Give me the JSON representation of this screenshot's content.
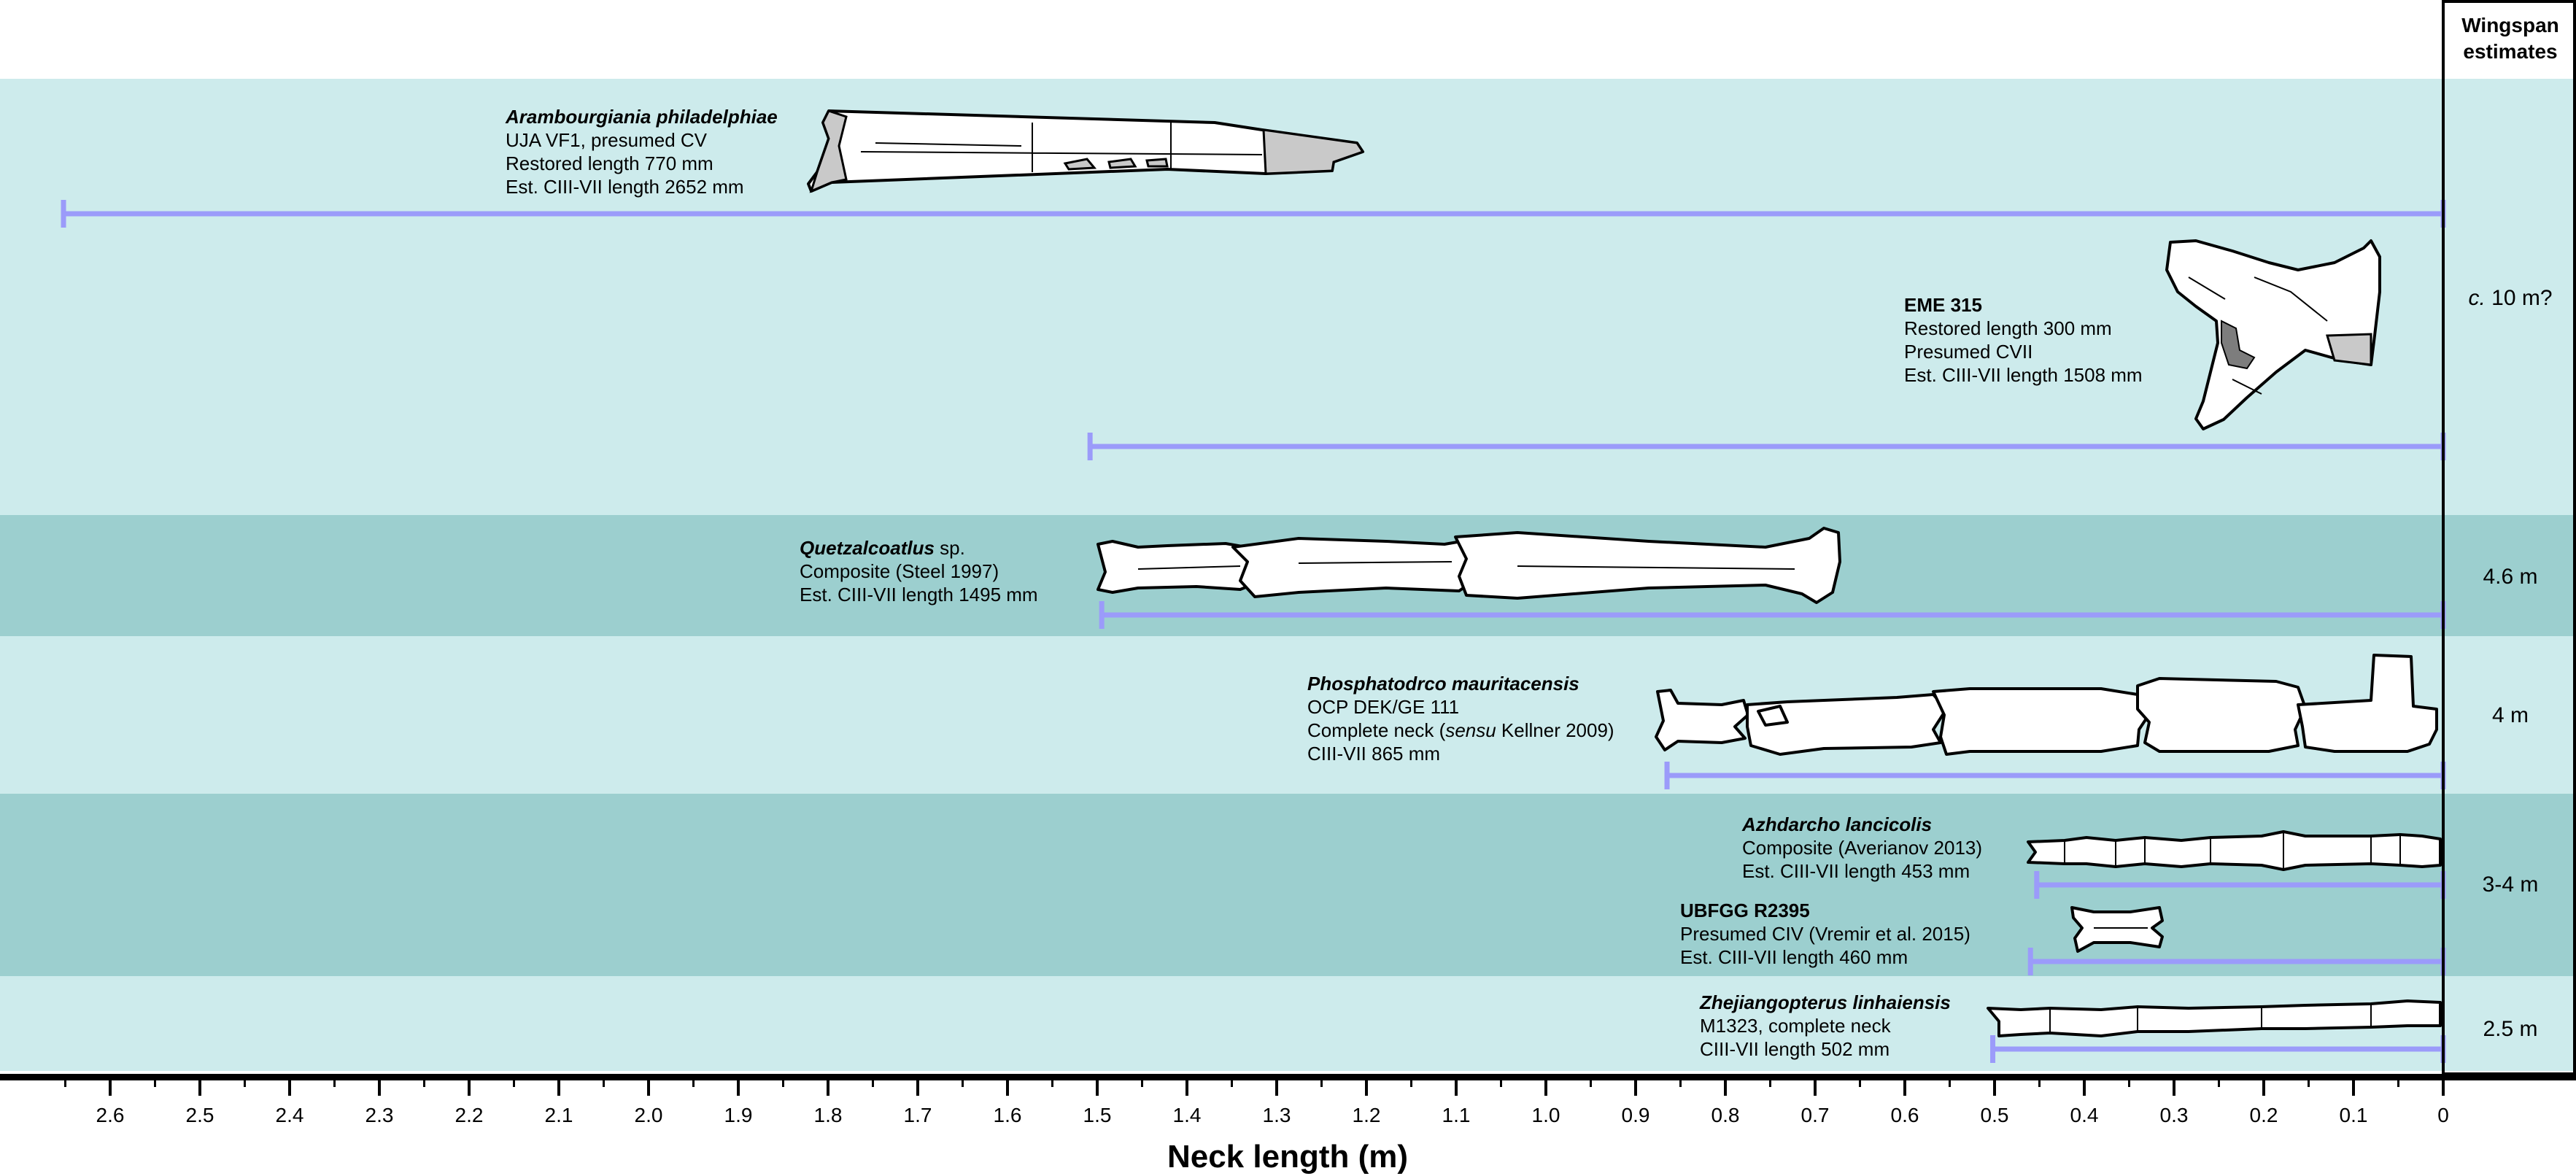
{
  "chart_data": {
    "type": "range-bar",
    "xlabel": "Neck length (m)",
    "xlim": [
      2.7,
      -0.18
    ],
    "x_ticks": [
      "2.6",
      "2.5",
      "2.4",
      "2.3",
      "2.2",
      "2.1",
      "2.0",
      "1.9",
      "1.8",
      "1.7",
      "1.6",
      "1.5",
      "1.4",
      "1.3",
      "1.2",
      "1.1",
      "1.0",
      "0.9",
      "0.8",
      "0.7",
      "0.6",
      "0.5",
      "0.4",
      "0.3",
      "0.2",
      "0.1",
      "0"
    ],
    "x_tick_values": [
      2.6,
      2.5,
      2.4,
      2.3,
      2.2,
      2.1,
      2.0,
      1.9,
      1.8,
      1.7,
      1.6,
      1.5,
      1.4,
      1.3,
      1.2,
      1.1,
      1.0,
      0.9,
      0.8,
      0.7,
      0.6,
      0.5,
      0.4,
      0.3,
      0.2,
      0.1,
      0
    ],
    "wingspan_header": [
      "Wingspan",
      "estimates"
    ],
    "bands": [
      {
        "wingspan": "c. 10 m?",
        "wingspan_italic": "c.",
        "wingspan_rest": " 10 m?"
      },
      {
        "wingspan": "4.6 m"
      },
      {
        "wingspan": "4 m"
      },
      {
        "wingspan": "3-4 m"
      },
      {
        "wingspan": "2.5 m"
      }
    ],
    "specimens": [
      {
        "title": "Arambourgiania philadelphiae",
        "title_italic": true,
        "lines": [
          [
            "UJA VF1, presumed CV"
          ],
          [
            "Restored length 770 mm"
          ],
          [
            "Est. CIII-VII length 2652 mm"
          ]
        ],
        "value": 2.652
      },
      {
        "title": "EME 315",
        "title_italic": false,
        "lines": [
          [
            "Restored length 300 mm"
          ],
          [
            "Presumed CVII"
          ],
          [
            "Est. CIII-VII length 1508 mm"
          ]
        ],
        "value": 1.508
      },
      {
        "title": "Quetzalcoatlus",
        "title_italic": true,
        "title_suffix": " sp.",
        "lines": [
          [
            "Composite (Steel 1997)"
          ],
          [
            "Est. CIII-VII length 1495 mm"
          ]
        ],
        "value": 1.495
      },
      {
        "title": "Phosphatodrco mauritacensis",
        "title_italic": true,
        "lines": [
          [
            "OCP DEK/GE 111"
          ],
          [
            "Complete neck (",
            "sensu",
            " Kellner 2009)"
          ],
          [
            "CIII-VII 865 mm"
          ]
        ],
        "value": 0.865
      },
      {
        "title": "Azhdarcho lancicolis",
        "title_italic": true,
        "lines": [
          [
            "Composite (Averianov 2013)"
          ],
          [
            "Est. CIII-VII length 453 mm"
          ]
        ],
        "value": 0.453
      },
      {
        "title": "UBFGG R2395",
        "title_italic": false,
        "lines": [
          [
            "Presumed CIV (Vremir et al. 2015)"
          ],
          [
            "Est. CIII-VII length 460 mm"
          ]
        ],
        "value": 0.46
      },
      {
        "title": "Zhejiangopterus linhaiensis",
        "title_italic": true,
        "lines": [
          [
            "M1323, complete neck"
          ],
          [
            "CIII-VII length 502 mm"
          ]
        ],
        "value": 0.502
      }
    ]
  },
  "colors": {
    "band_light": "#cdebec",
    "band_dark": "#9ccfcf",
    "range_bar": "#9b9bfa",
    "axis": "#000000"
  }
}
